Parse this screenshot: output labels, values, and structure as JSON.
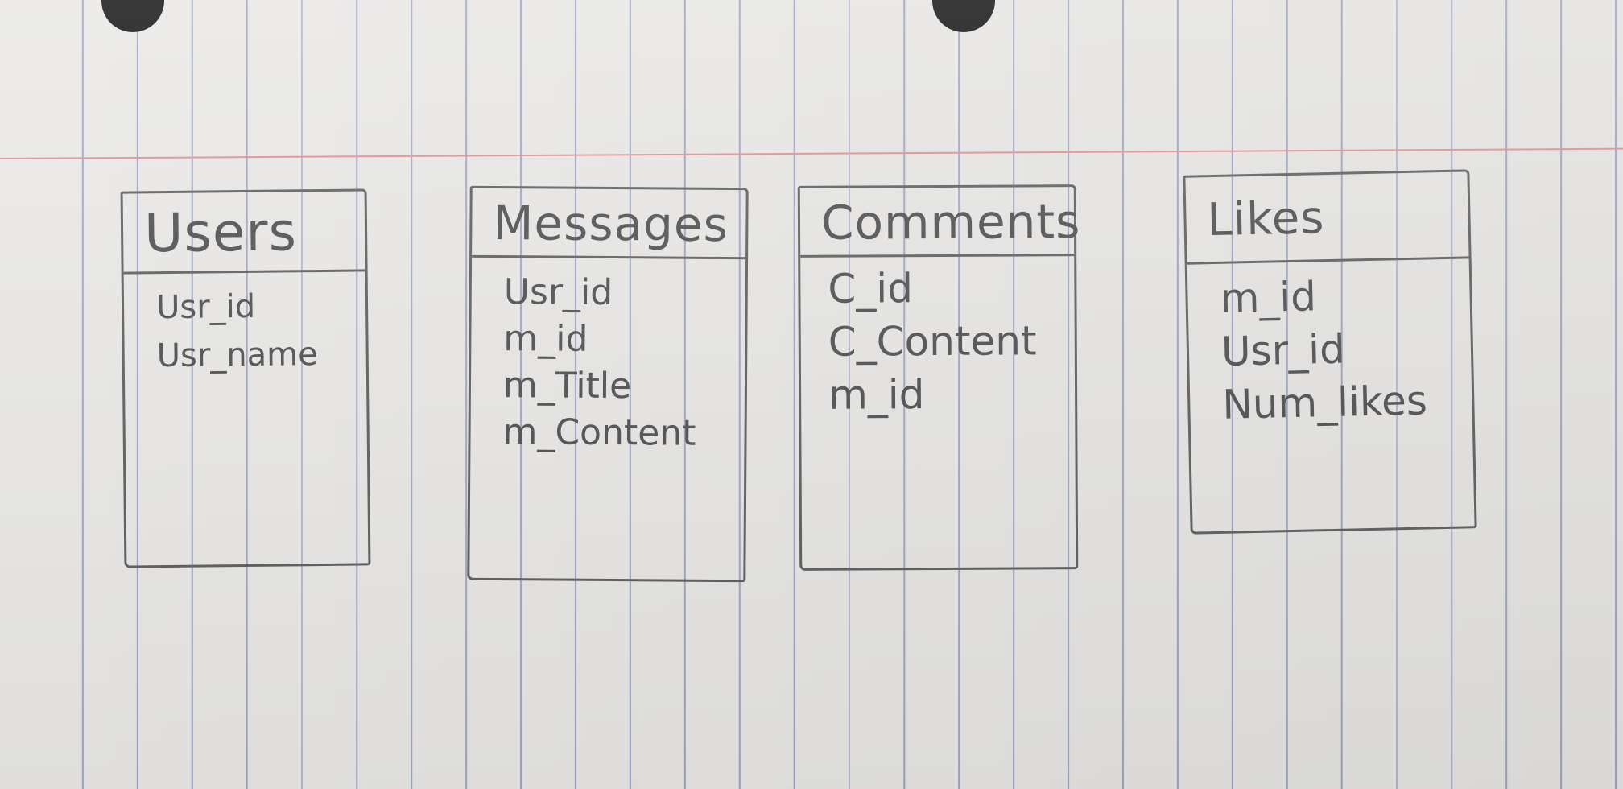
{
  "tables": [
    {
      "id": "users",
      "title": "Users",
      "fields": [
        "Usr_id",
        "Usr_name"
      ]
    },
    {
      "id": "messages",
      "title": "Messages",
      "fields": [
        "Usr_id",
        "m_id",
        "m_Title",
        "m_Content"
      ]
    },
    {
      "id": "comments",
      "title": "Comments",
      "fields": [
        "C_id",
        "C_Content",
        "m_id"
      ]
    },
    {
      "id": "likes",
      "title": "Likes",
      "fields": [
        "m_id",
        "Usr_id",
        "Num_likes"
      ]
    }
  ]
}
